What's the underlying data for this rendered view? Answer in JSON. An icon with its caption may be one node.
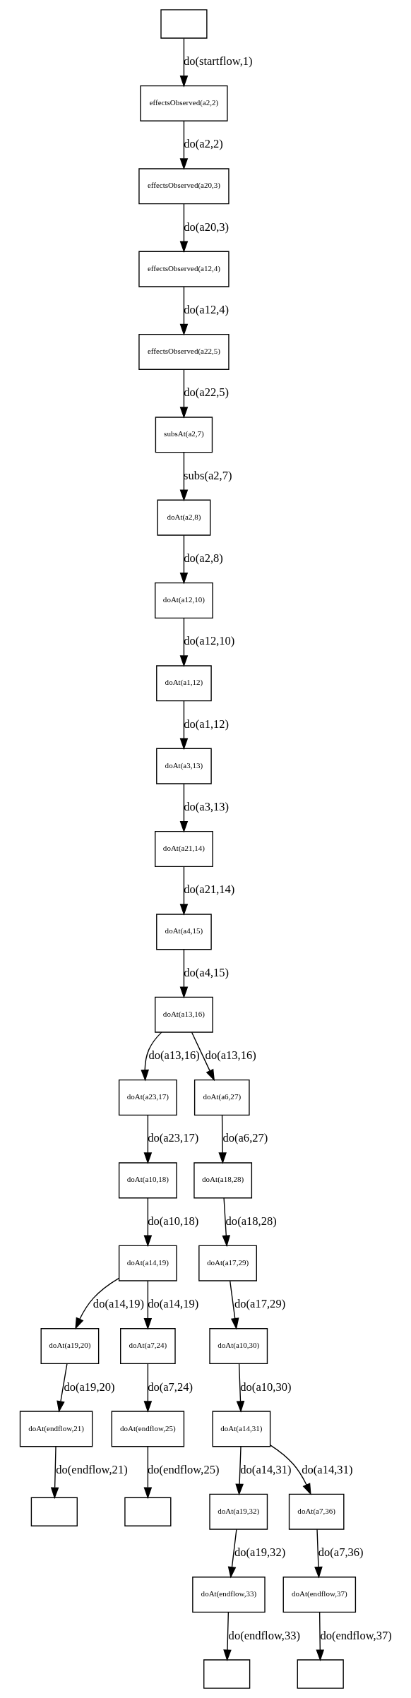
{
  "diagram": {
    "nodes": [
      {
        "text": [],
        "shape": "box"
      },
      {
        "text": [
          "effectsObserved(a2,2)"
        ]
      },
      {
        "text": [
          "effectsObserved(a20,3)"
        ]
      },
      {
        "text": [
          "effectsObserved(a12,4)"
        ]
      },
      {
        "text": [
          "effectsObserved(a22,5)"
        ]
      },
      {
        "text": [
          "subsAt(a2,7)"
        ]
      },
      {
        "text": [
          "doAt(a2,8)"
        ]
      },
      {
        "text": [
          "doAt(a12,10)"
        ]
      },
      {
        "text": [
          "doAt(a1,12)"
        ]
      },
      {
        "text": [
          "doAt(a3,13)"
        ]
      },
      {
        "text": [
          "doAt(a21,14)"
        ]
      },
      {
        "text": [
          "doAt(a4,15)"
        ]
      },
      {
        "text": [
          "doAt(a13,16)"
        ]
      },
      {
        "text": [
          "doAt(a23,17)"
        ]
      },
      {
        "text": [
          "doAt(a6,27)"
        ]
      },
      {
        "text": [
          "doAt(a10,18)"
        ]
      },
      {
        "text": [
          "doAt(a18,28)"
        ]
      },
      {
        "text": [
          "doAt(a14,19)"
        ]
      },
      {
        "text": [
          "doAt(a17,29)"
        ]
      },
      {
        "text": [
          "doAt(a19,20)"
        ]
      },
      {
        "text": [
          "doAt(a7,24)"
        ]
      },
      {
        "text": [
          "doAt(a10,30)"
        ]
      },
      {
        "text": [
          "doAt(endflow,21)"
        ]
      },
      {
        "text": [
          "doAt(endflow,25)"
        ]
      },
      {
        "text": [
          "doAt(a14,31)"
        ]
      },
      {
        "text": [],
        "shape": "box"
      },
      {
        "text": [],
        "shape": "box"
      },
      {
        "text": [
          "doAt(a19,32)"
        ]
      },
      {
        "text": [
          "doAt(a7,36)"
        ]
      },
      {
        "text": [
          "doAt(endflow,33)"
        ]
      },
      {
        "text": [
          "doAt(endflow,37)"
        ]
      },
      {
        "text": [],
        "shape": "box"
      },
      {
        "text": [],
        "shape": "box"
      }
    ],
    "edges": [
      {
        "from": 0,
        "to": 1,
        "arrow": "to",
        "label": "do(startflow,1)"
      },
      {
        "from": 1,
        "to": 2,
        "arrow": "to",
        "label": "do(a2,2)"
      },
      {
        "from": 2,
        "to": 3,
        "arrow": "to",
        "label": "do(a20,3)"
      },
      {
        "from": 3,
        "to": 4,
        "arrow": "to",
        "label": "do(a12,4)"
      },
      {
        "from": 4,
        "to": 5,
        "arrow": "to",
        "label": "do(a22,5)"
      },
      {
        "from": 5,
        "to": 6,
        "arrow": "to",
        "label": "subs(a2,7)"
      },
      {
        "from": 6,
        "to": 7,
        "arrow": "to",
        "label": "do(a2,8)"
      },
      {
        "from": 7,
        "to": 8,
        "arrow": "to",
        "label": "do(a12,10)"
      },
      {
        "from": 8,
        "to": 9,
        "arrow": "to",
        "label": "do(a1,12)"
      },
      {
        "from": 9,
        "to": 10,
        "arrow": "to",
        "label": "do(a3,13)"
      },
      {
        "from": 10,
        "to": 11,
        "arrow": "to",
        "label": "do(a21,14)"
      },
      {
        "from": 11,
        "to": 12,
        "arrow": "to",
        "label": "do(a4,15)"
      },
      {
        "from": 12,
        "to": 13,
        "arrow": "to",
        "label": "do(a13,16)"
      },
      {
        "from": 12,
        "to": 14,
        "arrow": "to",
        "label": "do(a13,16)"
      },
      {
        "from": 13,
        "to": 15,
        "arrow": "to",
        "label": "do(a23,17)"
      },
      {
        "from": 14,
        "to": 16,
        "arrow": "to",
        "label": "do(a6,27)"
      },
      {
        "from": 15,
        "to": 17,
        "arrow": "to",
        "label": "do(a10,18)"
      },
      {
        "from": 16,
        "to": 18,
        "arrow": "to",
        "label": "do(a18,28)"
      },
      {
        "from": 17,
        "to": 19,
        "arrow": "to",
        "label": "do(a14,19)"
      },
      {
        "from": 17,
        "to": 20,
        "arrow": "to",
        "label": "do(a14,19)"
      },
      {
        "from": 18,
        "to": 21,
        "arrow": "to",
        "label": "do(a17,29)"
      },
      {
        "from": 19,
        "to": 22,
        "arrow": "to",
        "label": "do(a19,20)"
      },
      {
        "from": 20,
        "to": 23,
        "arrow": "to",
        "label": "do(a7,24)"
      },
      {
        "from": 21,
        "to": 24,
        "arrow": "to",
        "label": "do(a10,30)"
      },
      {
        "from": 22,
        "to": 25,
        "arrow": "to",
        "label": "do(endflow,21)"
      },
      {
        "from": 23,
        "to": 26,
        "arrow": "to",
        "label": "do(endflow,25)"
      },
      {
        "from": 24,
        "to": 27,
        "arrow": "to",
        "label": "do(a14,31)"
      },
      {
        "from": 24,
        "to": 28,
        "arrow": "to",
        "label": "do(a14,31)"
      },
      {
        "from": 27,
        "to": 29,
        "arrow": "to",
        "label": "do(a19,32)"
      },
      {
        "from": 28,
        "to": 30,
        "arrow": "to",
        "label": "do(a7,36)"
      },
      {
        "from": 29,
        "to": 31,
        "arrow": "to",
        "label": "do(endflow,33)"
      },
      {
        "from": 30,
        "to": 32,
        "arrow": "to",
        "label": "do(endflow,37)"
      }
    ]
  }
}
